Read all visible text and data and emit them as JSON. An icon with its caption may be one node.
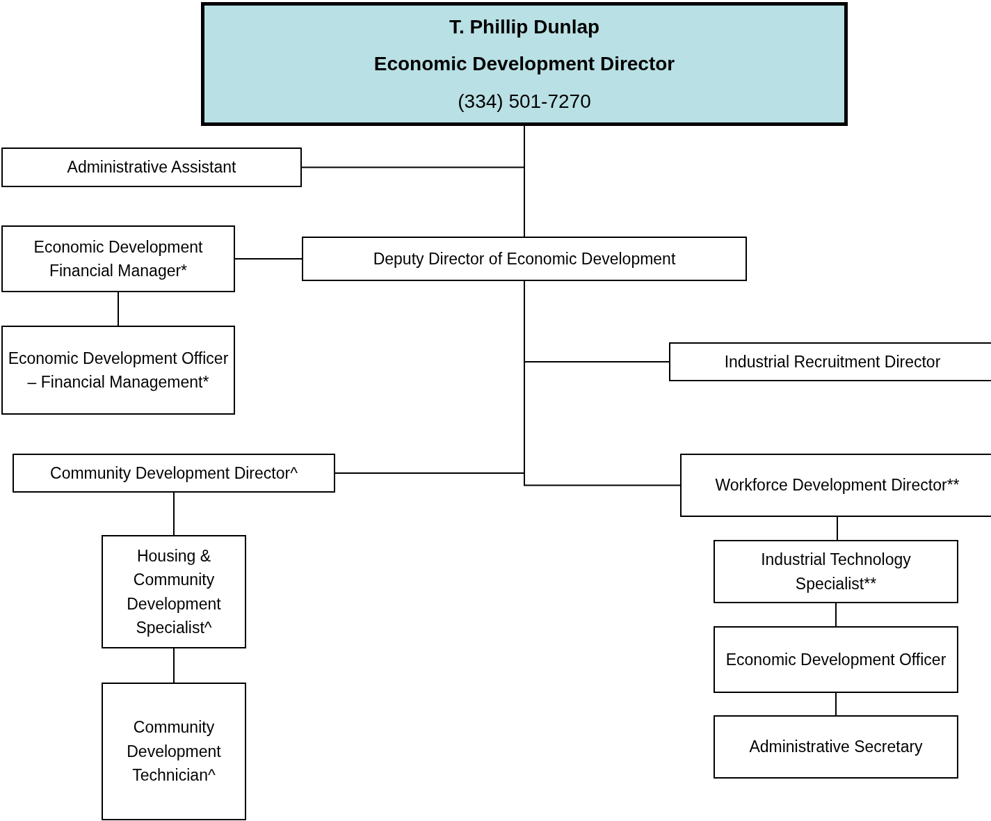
{
  "diagram": {
    "nodes": [
      {
        "text": [
          "T. Phillip Dunlap",
          "Economic Development Director",
          "(334) 501-7270"
        ]
      },
      {
        "text": [
          "Administrative Assistant"
        ]
      },
      {
        "text": [
          "Economic Development Financial Manager*"
        ]
      },
      {
        "text": [
          "Deputy Director of Economic Development"
        ]
      },
      {
        "text": [
          "Economic Development Officer – Financial Management*"
        ]
      },
      {
        "text": [
          "Industrial Recruitment Director"
        ]
      },
      {
        "text": [
          "Community Development Director^"
        ]
      },
      {
        "text": [
          "Workforce Development Director**"
        ]
      },
      {
        "text": [
          "Housing & Community Development Specialist^"
        ]
      },
      {
        "text": [
          "Industrial Technology Specialist**"
        ]
      },
      {
        "text": [
          "Economic Development Officer"
        ]
      },
      {
        "text": [
          "Community Development Technician^"
        ]
      },
      {
        "text": [
          "Administrative Secretary"
        ]
      }
    ],
    "edges": [
      {
        "from": 0,
        "to": 1,
        "arrow": "none"
      },
      {
        "from": 0,
        "to": 3,
        "arrow": "none"
      },
      {
        "from": 3,
        "to": 2,
        "arrow": "none"
      },
      {
        "from": 2,
        "to": 4,
        "arrow": "none"
      },
      {
        "from": 3,
        "to": 5,
        "arrow": "none"
      },
      {
        "from": 3,
        "to": 6,
        "arrow": "none"
      },
      {
        "from": 3,
        "to": 7,
        "arrow": "none"
      },
      {
        "from": 6,
        "to": 8,
        "arrow": "none"
      },
      {
        "from": 8,
        "to": 11,
        "arrow": "none"
      },
      {
        "from": 7,
        "to": 9,
        "arrow": "none"
      },
      {
        "from": 9,
        "to": 10,
        "arrow": "none"
      },
      {
        "from": 10,
        "to": 12,
        "arrow": "none"
      }
    ]
  }
}
